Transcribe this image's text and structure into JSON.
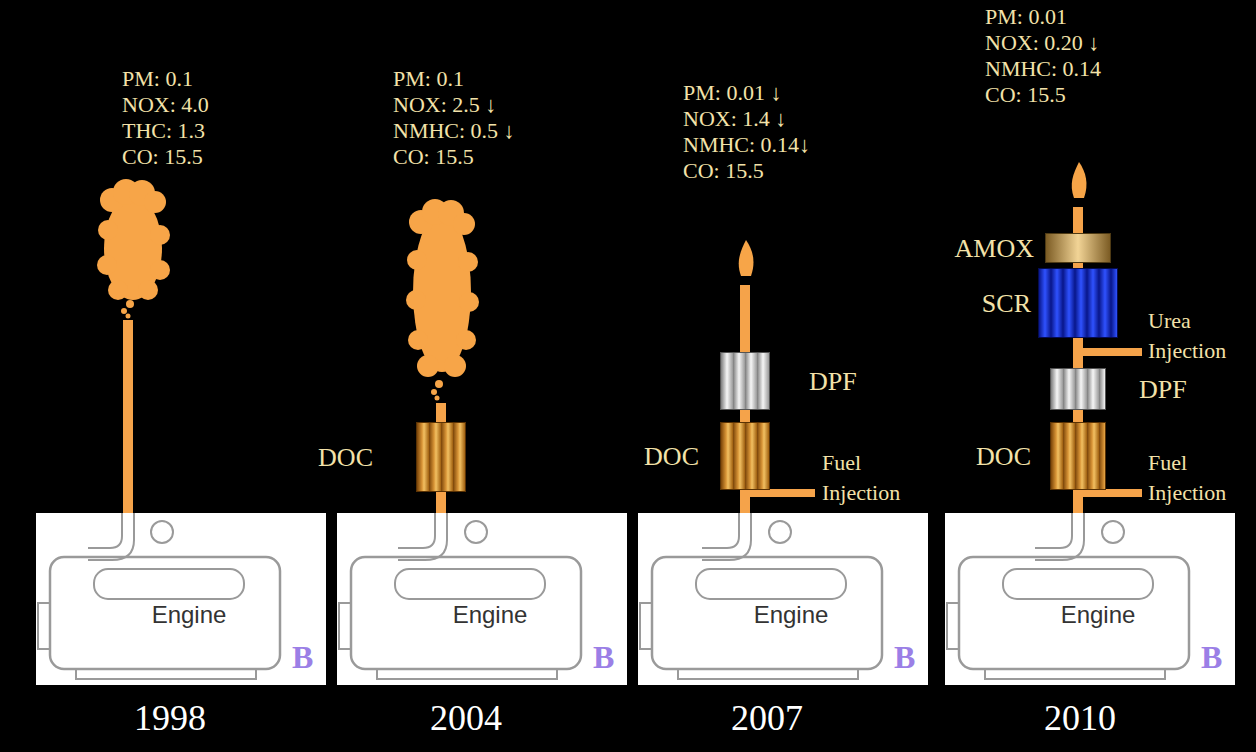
{
  "diagram": {
    "nodes": [
      {
        "text": [
          "Engine"
        ]
      },
      {
        "text": [
          "DOC"
        ]
      },
      {
        "text": [
          "Engine"
        ]
      },
      {
        "text": [
          "DPF"
        ]
      },
      {
        "text": [
          "DOC"
        ]
      },
      {
        "text": [
          "Engine"
        ]
      },
      {
        "text": [
          "AMOX"
        ]
      },
      {
        "text": [
          "SCR"
        ]
      },
      {
        "text": [
          "DPF"
        ]
      },
      {
        "text": [
          "DOC"
        ]
      },
      {
        "text": [
          "Engine"
        ]
      }
    ],
    "edges": [
      {
        "from": 2,
        "to": 1,
        "arrow": "none"
      },
      {
        "from": 5,
        "to": 4,
        "arrow": "none"
      },
      {
        "from": 4,
        "to": 3,
        "arrow": "none"
      },
      {
        "from": 10,
        "to": 9,
        "arrow": "none"
      },
      {
        "from": 9,
        "to": 8,
        "arrow": "none"
      },
      {
        "from": 8,
        "to": 7,
        "arrow": "none"
      },
      {
        "from": 7,
        "to": 6,
        "arrow": "none"
      }
    ],
    "labels": [
      "PM: 0.1",
      "NOX: 4.0",
      "THC: 1.3",
      "CO: 15.5",
      "B",
      "1998",
      "PM: 0.1",
      "NOX: 2.5 ↓",
      "NMHC: 0.5 ↓",
      "CO: 15.5",
      "B",
      "2004",
      "PM: 0.01 ↓",
      "NOX: 1.4 ↓",
      "NMHC: 0.14↓",
      "CO: 15.5",
      "Fuel Injection",
      "B",
      "2007",
      "PM: 0.01",
      "NOX: 0.20 ↓",
      "NMHC: 0.14",
      "CO: 15.5",
      "Urea Injection",
      "Fuel Injection",
      "B",
      "2010"
    ]
  }
}
